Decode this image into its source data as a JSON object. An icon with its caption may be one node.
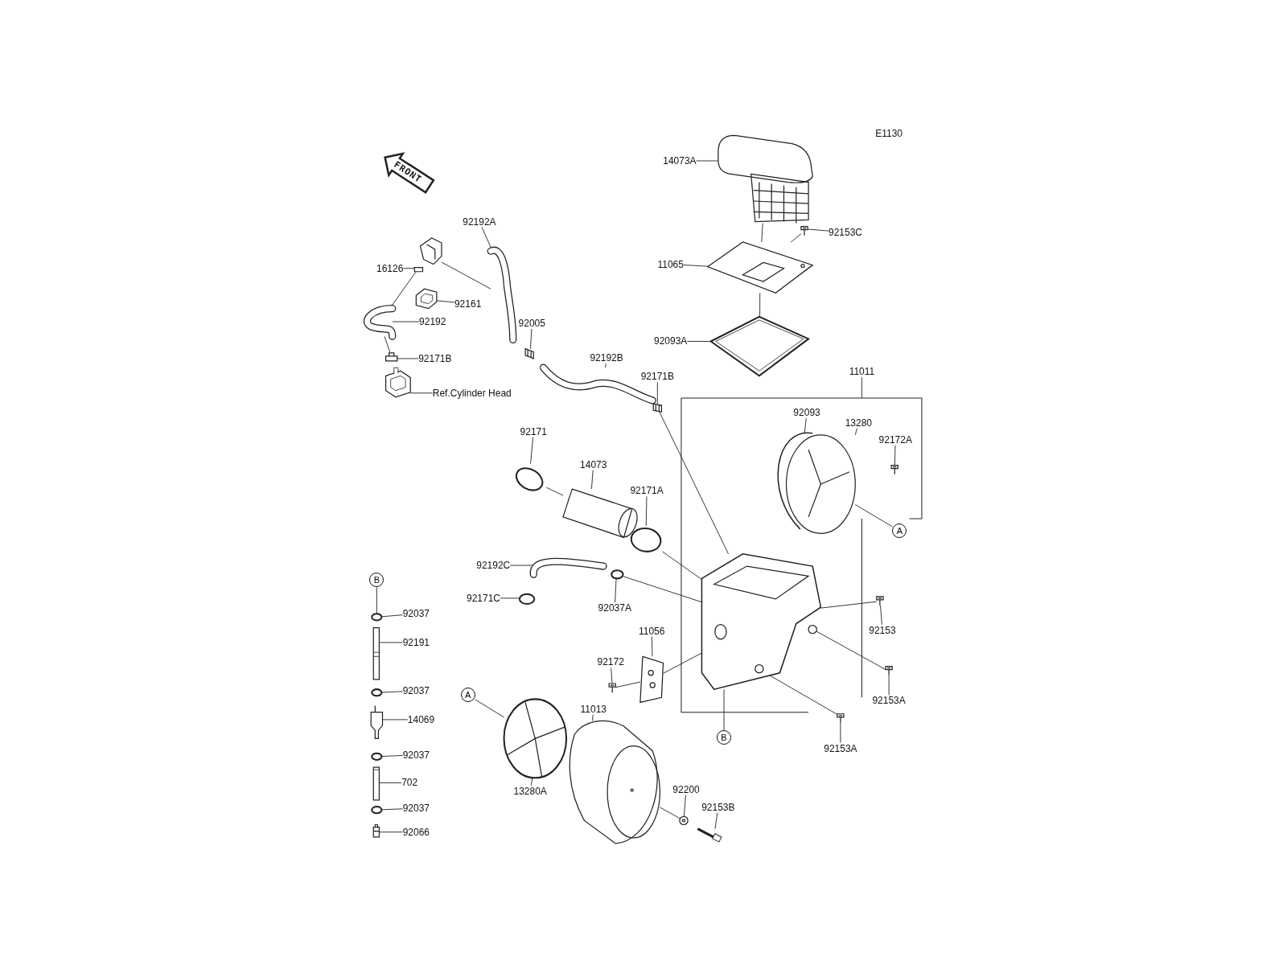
{
  "diagram": {
    "nodes": [
      {
        "text": [
          "14073A"
        ]
      },
      {
        "text": [
          "92153C"
        ]
      },
      {
        "text": [
          "11065"
        ]
      },
      {
        "text": [
          "92093A"
        ]
      },
      {
        "text": [
          "92192A"
        ]
      },
      {
        "text": [
          "16126"
        ]
      },
      {
        "text": [
          "92161"
        ]
      },
      {
        "text": [
          "92192"
        ]
      },
      {
        "text": [
          "92171B"
        ]
      },
      {
        "text": [
          "Ref.Cylinder Head"
        ]
      },
      {
        "text": [
          "92005"
        ]
      },
      {
        "text": [
          "92192B"
        ]
      },
      {
        "text": [
          "92171B"
        ]
      },
      {
        "text": [
          "11011"
        ]
      },
      {
        "text": [
          "92093"
        ]
      },
      {
        "text": [
          "13280"
        ]
      },
      {
        "text": [
          "92172A"
        ]
      },
      {
        "text": [
          "92171"
        ]
      },
      {
        "text": [
          "14073"
        ]
      },
      {
        "text": [
          "92171A"
        ]
      },
      {
        "text": [
          "A"
        ]
      },
      {
        "text": [
          "92192C"
        ]
      },
      {
        "text": [
          "92171C"
        ]
      },
      {
        "text": [
          "92037A"
        ]
      },
      {
        "text": [
          "11056"
        ]
      },
      {
        "text": [
          "92172"
        ]
      },
      {
        "text": [
          "92153"
        ]
      },
      {
        "text": [
          "92153A"
        ]
      },
      {
        "text": [
          "92153A"
        ]
      },
      {
        "text": [
          "B"
        ]
      },
      {
        "text": [
          "92037"
        ]
      },
      {
        "text": [
          "92191"
        ]
      },
      {
        "text": [
          "92037"
        ]
      },
      {
        "text": [
          "14069"
        ]
      },
      {
        "text": [
          "92037"
        ]
      },
      {
        "text": [
          "702"
        ]
      },
      {
        "text": [
          "92037"
        ]
      },
      {
        "text": [
          "92066"
        ]
      },
      {
        "text": [
          "A"
        ]
      },
      {
        "text": [
          "13280A"
        ]
      },
      {
        "text": [
          "11013"
        ]
      },
      {
        "text": [
          "B"
        ]
      },
      {
        "text": [
          "92200"
        ]
      },
      {
        "text": [
          "92153B"
        ]
      },
      {
        "text": [],
        "shape": "picture"
      },
      {
        "text": [],
        "shape": "picture"
      },
      {
        "text": [],
        "shape": "picture"
      },
      {
        "text": [],
        "shape": "picture"
      },
      {
        "text": [],
        "shape": "picture"
      },
      {
        "text": [],
        "shape": "picture"
      },
      {
        "text": [],
        "shape": "picture"
      },
      {
        "text": [],
        "shape": "picture"
      },
      {
        "text": [],
        "shape": "picture"
      },
      {
        "text": [],
        "shape": "picture"
      },
      {
        "text": [],
        "shape": "picture"
      },
      {
        "text": [],
        "shape": "picture"
      },
      {
        "text": [],
        "shape": "picture"
      },
      {
        "text": [],
        "shape": "picture"
      },
      {
        "text": [],
        "shape": "picture"
      },
      {
        "text": [],
        "shape": "picture"
      },
      {
        "text": [],
        "shape": "circle"
      },
      {
        "text": [],
        "shape": "picture"
      },
      {
        "text": [],
        "shape": "circle"
      },
      {
        "text": [],
        "shape": "picture"
      },
      {
        "text": [],
        "shape": "circle"
      },
      {
        "text": [],
        "shape": "circle"
      },
      {
        "text": [],
        "shape": "picture"
      },
      {
        "text": [],
        "shape": "picture"
      },
      {
        "text": [],
        "shape": "picture"
      },
      {
        "text": [],
        "shape": "picture"
      },
      {
        "text": [],
        "shape": "picture"
      },
      {
        "text": [],
        "shape": "circle"
      },
      {
        "text": [],
        "shape": "picture"
      },
      {
        "text": [],
        "shape": "circle"
      },
      {
        "text": [],
        "shape": "picture"
      },
      {
        "text": [],
        "shape": "circle"
      },
      {
        "text": [],
        "shape": "picture"
      },
      {
        "text": [],
        "shape": "circle"
      },
      {
        "text": [],
        "shape": "picture"
      },
      {
        "text": [],
        "shape": "picture"
      },
      {
        "text": [],
        "shape": "picture"
      },
      {
        "text": [],
        "shape": "picture"
      },
      {
        "text": [],
        "shape": "picture"
      },
      {
        "text": [],
        "shape": "picture"
      }
    ],
    "edges": [
      {
        "from": 0,
        "to": 44,
        "arrow": "none"
      },
      {
        "from": 1,
        "to": 45,
        "arrow": "none"
      },
      {
        "from": 2,
        "to": 46,
        "arrow": "none"
      },
      {
        "from": 3,
        "to": 47,
        "arrow": "none"
      },
      {
        "from": 4,
        "to": 48,
        "arrow": "none"
      },
      {
        "from": 5,
        "to": 49,
        "arrow": "none"
      },
      {
        "from": 6,
        "to": 50,
        "arrow": "none"
      },
      {
        "from": 7,
        "to": 51,
        "arrow": "none"
      },
      {
        "from": 8,
        "to": 52,
        "arrow": "none"
      },
      {
        "from": 9,
        "to": 53,
        "arrow": "none"
      },
      {
        "from": 10,
        "to": 54,
        "arrow": "none"
      },
      {
        "from": 11,
        "to": 55,
        "arrow": "none"
      },
      {
        "from": 12,
        "to": 56,
        "arrow": "none"
      },
      {
        "from": 13,
        "to": null,
        "arrow": "none"
      },
      {
        "from": 14,
        "to": 57,
        "arrow": "none"
      },
      {
        "from": 15,
        "to": 58,
        "arrow": "none"
      },
      {
        "from": 16,
        "to": 59,
        "arrow": "none"
      },
      {
        "from": 17,
        "to": 60,
        "arrow": "none"
      },
      {
        "from": 18,
        "to": 61,
        "arrow": "none"
      },
      {
        "from": 19,
        "to": 62,
        "arrow": "none"
      },
      {
        "from": 20,
        "to": 58,
        "arrow": "none"
      },
      {
        "from": 21,
        "to": 63,
        "arrow": "none"
      },
      {
        "from": 22,
        "to": 64,
        "arrow": "none"
      },
      {
        "from": 23,
        "to": 65,
        "arrow": "none"
      },
      {
        "from": 24,
        "to": 66,
        "arrow": "none"
      },
      {
        "from": 25,
        "to": 67,
        "arrow": "none"
      },
      {
        "from": 26,
        "to": 68,
        "arrow": "none"
      },
      {
        "from": 27,
        "to": 69,
        "arrow": "none"
      },
      {
        "from": 28,
        "to": 70,
        "arrow": "none"
      },
      {
        "from": 29,
        "to": 71,
        "arrow": "none"
      },
      {
        "from": 30,
        "to": 71,
        "arrow": "none"
      },
      {
        "from": 31,
        "to": 72,
        "arrow": "none"
      },
      {
        "from": 32,
        "to": 73,
        "arrow": "none"
      },
      {
        "from": 33,
        "to": 74,
        "arrow": "none"
      },
      {
        "from": 34,
        "to": 75,
        "arrow": "none"
      },
      {
        "from": 35,
        "to": 76,
        "arrow": "none"
      },
      {
        "from": 36,
        "to": 77,
        "arrow": "none"
      },
      {
        "from": 37,
        "to": 78,
        "arrow": "none"
      },
      {
        "from": 38,
        "to": 79,
        "arrow": "none"
      },
      {
        "from": 39,
        "to": 79,
        "arrow": "none"
      },
      {
        "from": 40,
        "to": 80,
        "arrow": "none"
      },
      {
        "from": 41,
        "to": 81,
        "arrow": "none"
      },
      {
        "from": 42,
        "to": 82,
        "arrow": "none"
      },
      {
        "from": 43,
        "to": 83,
        "arrow": "none"
      },
      {
        "from": 44,
        "to": 46,
        "arrow": "none"
      },
      {
        "from": 45,
        "to": 46,
        "arrow": "none"
      },
      {
        "from": 46,
        "to": 47,
        "arrow": "none"
      },
      {
        "from": 49,
        "to": 51,
        "arrow": "none"
      },
      {
        "from": 51,
        "to": 52,
        "arrow": "none"
      },
      {
        "from": 49,
        "to": 48,
        "arrow": "none"
      },
      {
        "from": 56,
        "to": 81,
        "arrow": "none"
      },
      {
        "from": 60,
        "to": 61,
        "arrow": "none"
      },
      {
        "from": 62,
        "to": 81,
        "arrow": "none"
      },
      {
        "from": 65,
        "to": 81,
        "arrow": "none"
      },
      {
        "from": 66,
        "to": 81,
        "arrow": "none"
      },
      {
        "from": 67,
        "to": 66,
        "arrow": "none"
      },
      {
        "from": 68,
        "to": 81,
        "arrow": "none"
      },
      {
        "from": 69,
        "to": 81,
        "arrow": "none"
      },
      {
        "from": 70,
        "to": 81,
        "arrow": "none"
      },
      {
        "from": 80,
        "to": 82,
        "arrow": "none"
      }
    ],
    "labels": [
      "E1130",
      "FRONT"
    ]
  }
}
